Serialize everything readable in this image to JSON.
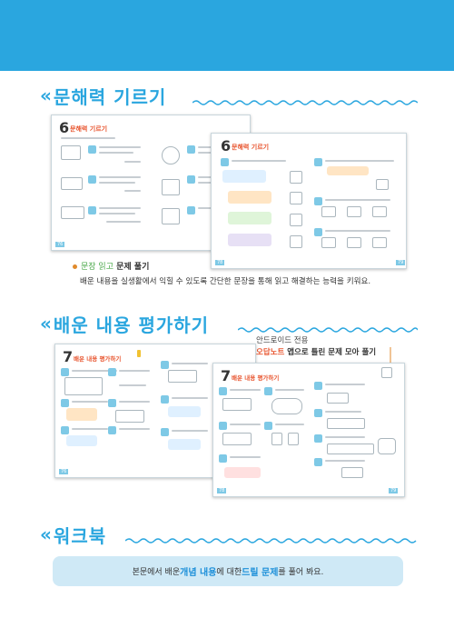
{
  "colors": {
    "accent": "#2aa6df",
    "highlight": "#e8552f",
    "green": "#4aa84a",
    "light_panel": "#cfe9f6"
  },
  "section1": {
    "title": "문해력 기르기",
    "book_front": {
      "chapter": "6",
      "title_prefix": "",
      "title": "문해력 기르기"
    },
    "book_back": {
      "chapter": "6",
      "title": "문해력 기르기"
    },
    "label": {
      "prefix": "문장 읽고",
      "rest": " 문제 풀기"
    },
    "description": "배운 내용을 실생활에서 익힐 수 있도록 간단한 문장을 통해 읽고 해결하는 능력을 키워요."
  },
  "section2": {
    "title": "배운 내용 평가하기",
    "book_front": {
      "chapter": "7",
      "title": "배운 내용 평가하기"
    },
    "book_back": {
      "chapter": "7",
      "title": "배운 내용 평가하기"
    },
    "callout": {
      "line1": "안드로이드 전용",
      "app_name": "오답노트",
      "line2_rest": " 앱으로 틀린 문제 모아 풀기"
    }
  },
  "section3": {
    "title": "워크북",
    "info": {
      "before": "본문에서 배운 ",
      "b1": "개념 내용",
      "middle": "에 대한 ",
      "b2": "드릴 문제",
      "after": "를 풀어 봐요."
    }
  },
  "icons": [
    "double-chevron-icon",
    "wave-divider-icon",
    "qr-code-icon"
  ]
}
